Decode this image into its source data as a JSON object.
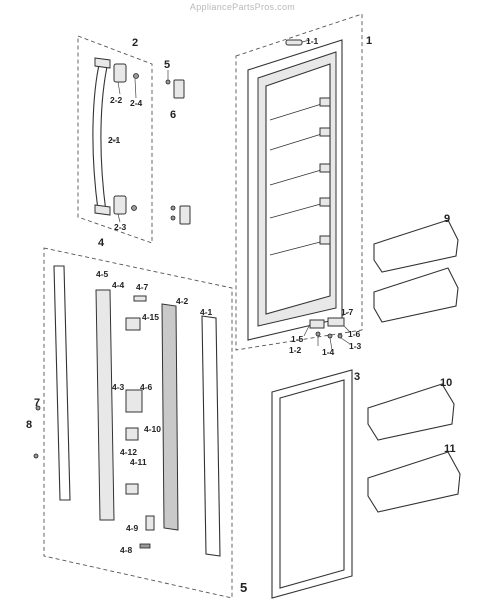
{
  "watermark": "AppliancePartsPros.com",
  "callouts": {
    "c1": "1",
    "c1_1": "1-1",
    "c1_2": "1-2",
    "c1_3": "1-3",
    "c1_4": "1-4",
    "c1_5": "1-5",
    "c1_6": "1-6",
    "c1_7": "1-7",
    "c2": "2",
    "c2_1": "2-1",
    "c2_2": "2-2",
    "c2_3": "2-3",
    "c2_4": "2-4",
    "c3": "3",
    "c4": "4",
    "c4_1": "4-1",
    "c4_2": "4-2",
    "c4_3": "4-3",
    "c4_4": "4-4",
    "c4_5": "4-5",
    "c4_6": "4-6",
    "c4_7": "4-7",
    "c4_8": "4-8",
    "c4_9": "4-9",
    "c4_10": "4-10",
    "c4_11": "4-11",
    "c4_12": "4-12",
    "c4_15": "4-15",
    "c5": "5",
    "c5b": "5",
    "c6": "6",
    "c7": "7",
    "c8": "8",
    "c9": "9",
    "c10": "10",
    "c11": "11"
  }
}
